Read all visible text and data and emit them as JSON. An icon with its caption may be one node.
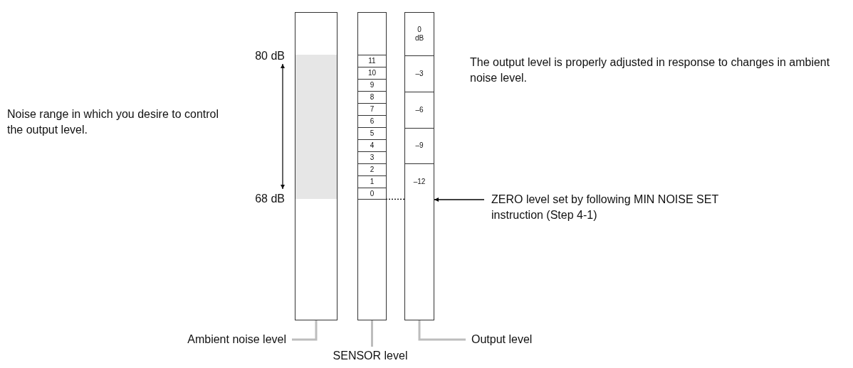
{
  "diagram": {
    "nodes": [
      {
        "text": [],
        "shape": "bar"
      },
      {
        "text": [],
        "shape": "band",
        "in": 0
      },
      {
        "text": [],
        "shape": "bar"
      },
      {
        "text": [
          "11"
        ],
        "in": 2
      },
      {
        "text": [
          "10"
        ],
        "in": 2
      },
      {
        "text": [
          "9"
        ],
        "in": 2
      },
      {
        "text": [
          "8"
        ],
        "in": 2
      },
      {
        "text": [
          "7"
        ],
        "in": 2
      },
      {
        "text": [
          "6"
        ],
        "in": 2
      },
      {
        "text": [
          "5"
        ],
        "in": 2
      },
      {
        "text": [
          "4"
        ],
        "in": 2
      },
      {
        "text": [
          "3"
        ],
        "in": 2
      },
      {
        "text": [
          "2"
        ],
        "in": 2
      },
      {
        "text": [
          "1"
        ],
        "in": 2
      },
      {
        "text": [
          "0"
        ],
        "in": 2
      },
      {
        "text": [],
        "shape": "bar"
      },
      {
        "text": [
          "0 dB"
        ],
        "in": 15
      },
      {
        "text": [
          "–3"
        ],
        "in": 15
      },
      {
        "text": [
          "–6"
        ],
        "in": 15
      },
      {
        "text": [
          "–9"
        ],
        "in": 15
      },
      {
        "text": [
          "–12"
        ],
        "in": 15
      },
      {
        "text": [
          "Ambient noise level"
        ]
      },
      {
        "text": [
          "SENSOR level"
        ]
      },
      {
        "text": [
          "Output level"
        ]
      },
      {
        "text": [
          "ZERO level set by following MIN NOISE SET instruction (Step 4-1)"
        ]
      }
    ],
    "edges": [
      {
        "from": 21,
        "to": 0,
        "arrow": "none"
      },
      {
        "from": 22,
        "to": 2,
        "arrow": "none"
      },
      {
        "from": 23,
        "to": 15,
        "arrow": "none"
      },
      {
        "from": 24,
        "to": 15,
        "arrow": "to",
        "color": "#000000"
      },
      {
        "from": 14,
        "to": 15,
        "arrow": "none",
        "style": "dashed",
        "color": "#000000"
      }
    ],
    "labels": [
      "80 dB",
      "Noise range in which you desire to control the output level.",
      "68 dB",
      "The output level is properly adjusted in response to changes in ambient noise level."
    ]
  }
}
